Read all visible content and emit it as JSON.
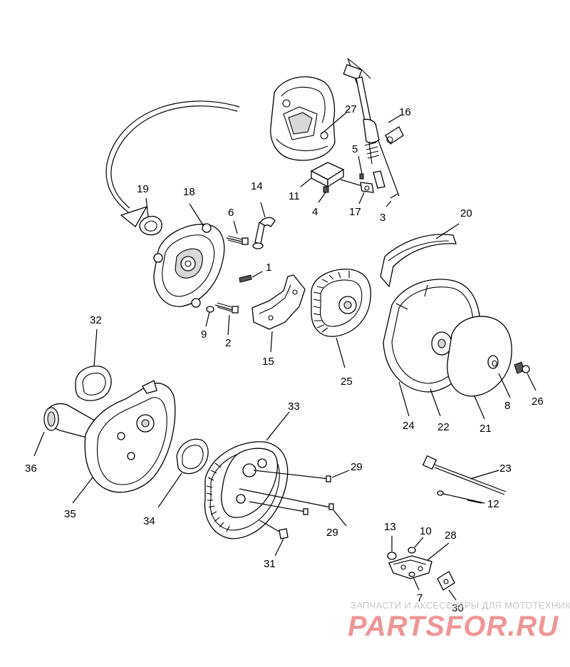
{
  "diagram": {
    "callouts": {
      "c1": "1",
      "c2": "2",
      "c3": "3",
      "c4": "4",
      "c5": "5",
      "c6": "6",
      "c7": "7",
      "c8": "8",
      "c9": "9",
      "c10": "10",
      "c11": "11",
      "c12": "12",
      "c13": "13",
      "c14": "14",
      "c15": "15",
      "c16": "16",
      "c17": "17",
      "c18": "18",
      "c19": "19",
      "c20": "20",
      "c21": "21",
      "c22": "22",
      "c23": "23",
      "c24": "24",
      "c25": "25",
      "c26": "26",
      "c27": "27",
      "c28": "28",
      "c29a": "29",
      "c29b": "29",
      "c30": "30",
      "c31": "31",
      "c32": "32",
      "c33": "33",
      "c34": "34",
      "c35": "35",
      "c36": "36"
    },
    "watermark": {
      "tagline": "ЗАПЧАСТИ И АКСЕССУАРЫ ДЛЯ МОТОТЕХНИКИ",
      "logo": "PARTSFOR.RU"
    }
  }
}
